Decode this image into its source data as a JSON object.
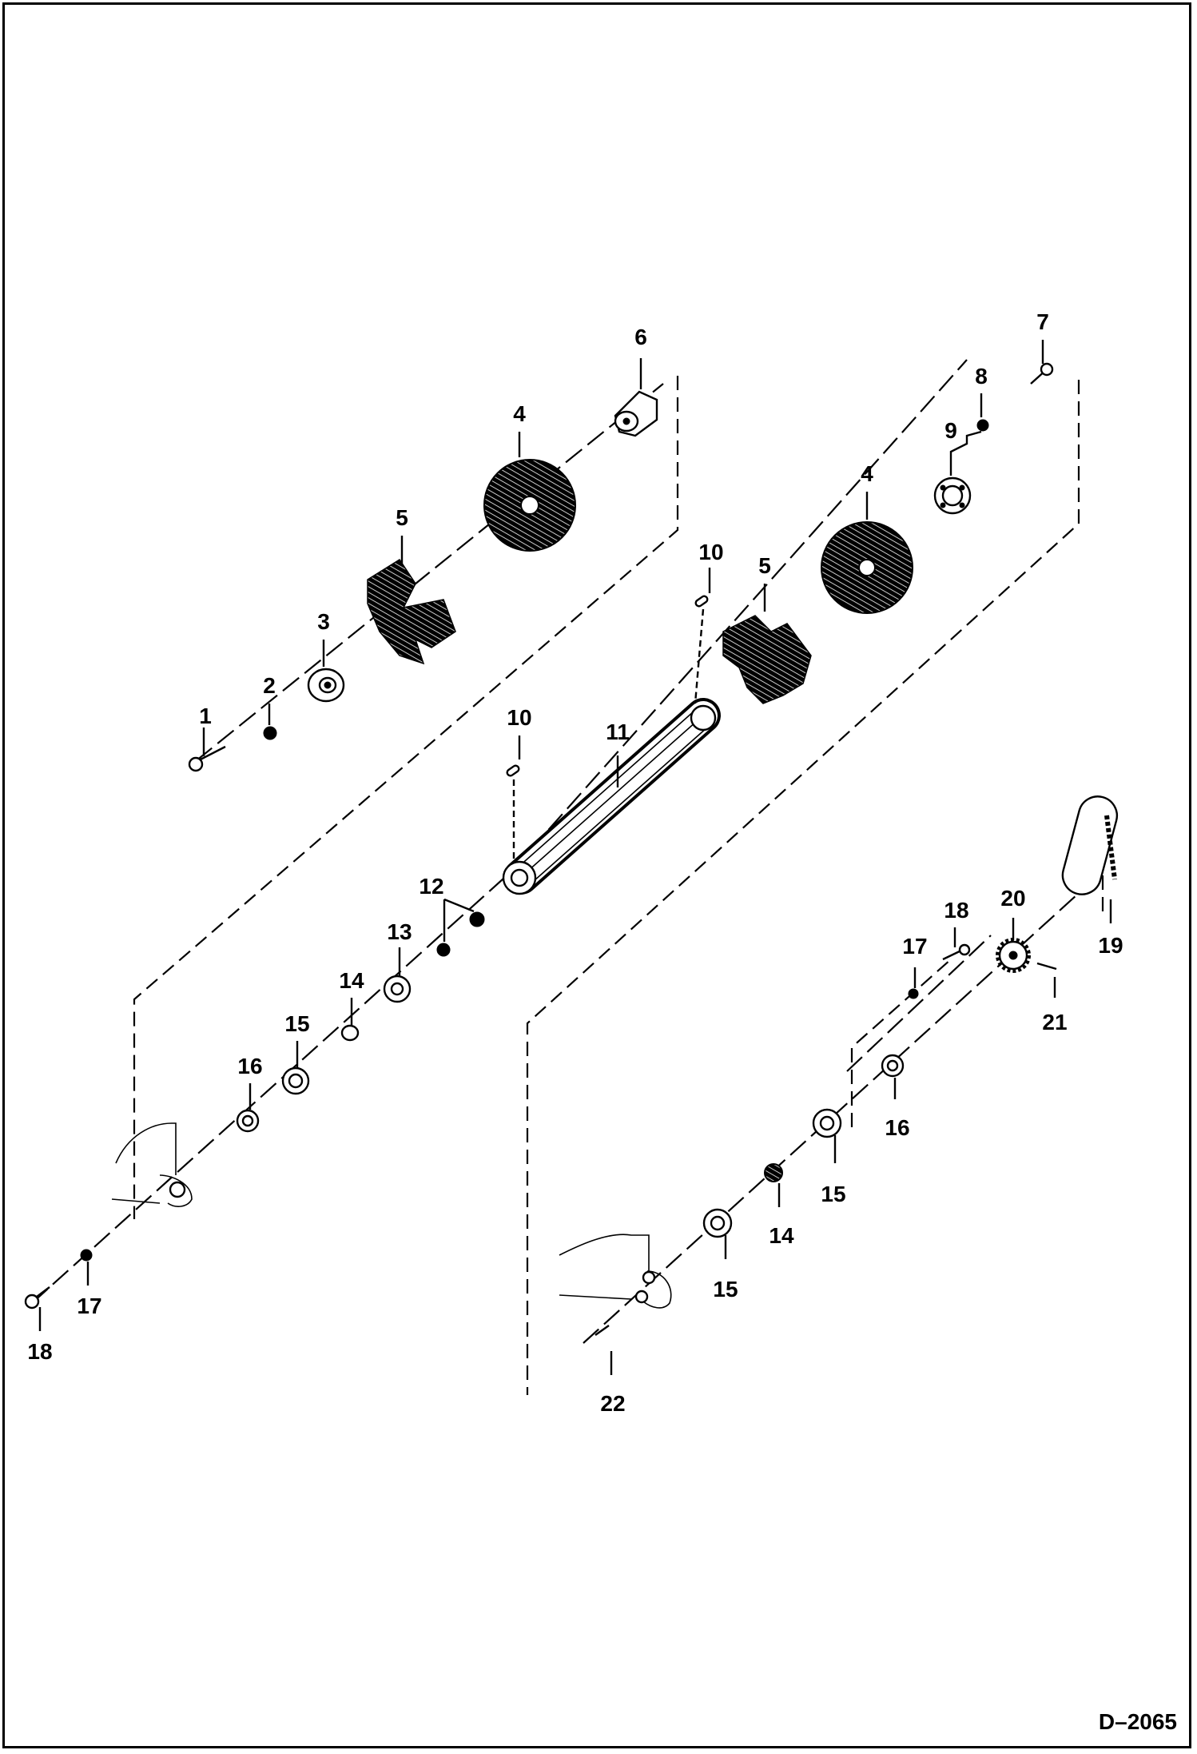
{
  "drawing_code": "D–2065",
  "callouts": {
    "c1": "1",
    "c2": "2",
    "c3": "3",
    "c4a": "4",
    "c4b": "4",
    "c5a": "5",
    "c5b": "5",
    "c6": "6",
    "c7": "7",
    "c8": "8",
    "c9": "9",
    "c10a": "10",
    "c10b": "10",
    "c11": "11",
    "c12": "12",
    "c13": "13",
    "c14a": "14",
    "c14b": "14",
    "c15a": "15",
    "c15b": "15",
    "c15c": "15",
    "c16a": "16",
    "c16b": "16",
    "c17a": "17",
    "c17b": "17",
    "c18a": "18",
    "c18b": "18",
    "c19": "19",
    "c20": "20",
    "c21": "21",
    "c22": "22"
  }
}
